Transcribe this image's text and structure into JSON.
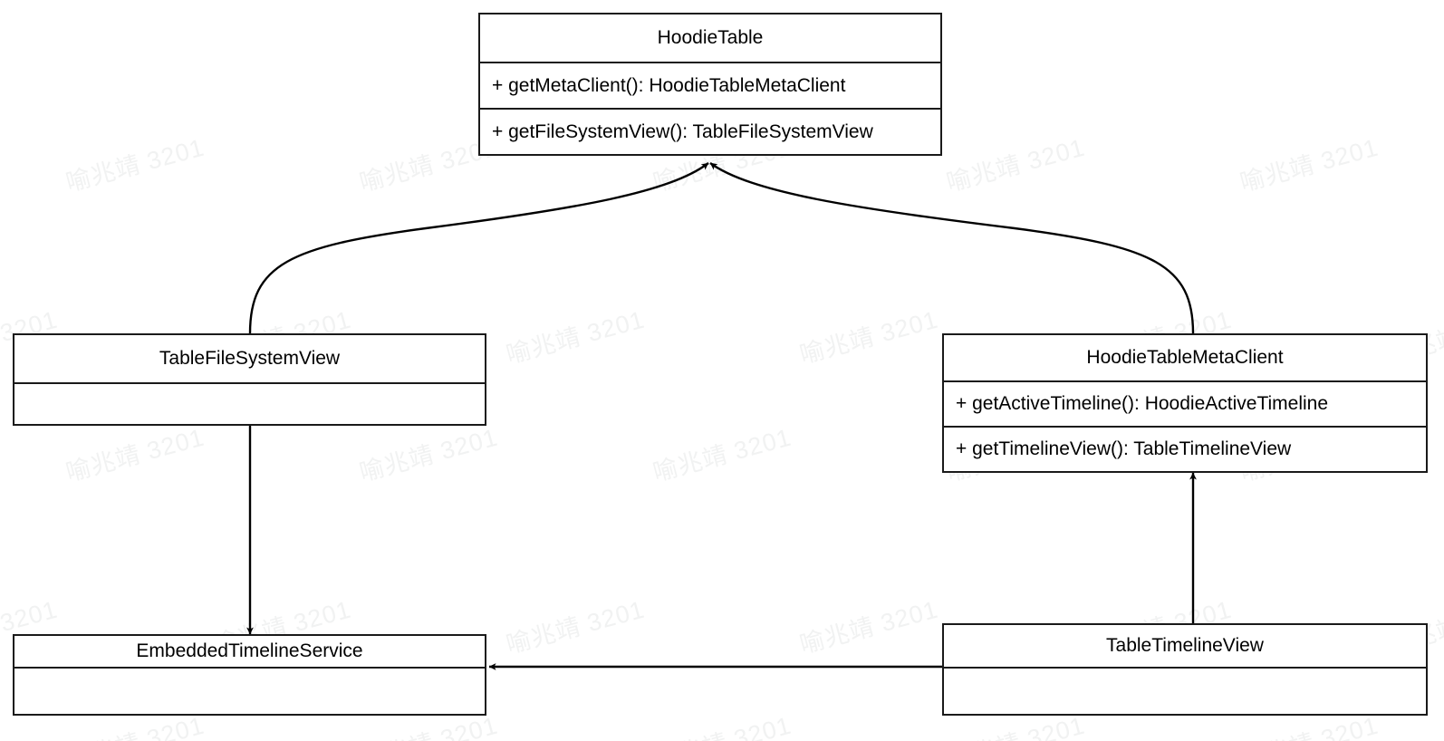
{
  "diagram": {
    "kind": "uml-class-diagram",
    "background_color": "#ffffff",
    "line_color": "#1a1a1a",
    "text_color": "#000000",
    "watermark": {
      "text": "喻兆靖 3201",
      "color": "#f1f2f2",
      "rotation_deg": -15
    },
    "classes": [
      {
        "id": "hoodie-table",
        "name": "HoodieTable",
        "members": [
          "+ getMetaClient(): HoodieTableMetaClient",
          "+ getFileSystemView(): TableFileSystemView"
        ]
      },
      {
        "id": "table-file-system-view",
        "name": "TableFileSystemView",
        "members": []
      },
      {
        "id": "hoodie-table-meta-client",
        "name": "HoodieTableMetaClient",
        "members": [
          "+ getActiveTimeline(): HoodieActiveTimeline",
          "+ getTimelineView(): TableTimelineView"
        ]
      },
      {
        "id": "embedded-timeline-service",
        "name": "EmbeddedTimelineService",
        "members": []
      },
      {
        "id": "table-timeline-view",
        "name": "TableTimelineView",
        "members": []
      }
    ],
    "relationships": [
      {
        "id": "rel-tfsv-to-hoodietable",
        "from": "TableFileSystemView",
        "to": "HoodieTable",
        "style": "curved",
        "arrowhead": "filled"
      },
      {
        "id": "rel-htmc-to-hoodietable",
        "from": "HoodieTableMetaClient",
        "to": "HoodieTable",
        "style": "curved",
        "arrowhead": "filled"
      },
      {
        "id": "rel-tfsv-to-ets",
        "from": "TableFileSystemView",
        "to": "EmbeddedTimelineService",
        "style": "straight",
        "arrowhead": "filled"
      },
      {
        "id": "rel-ttv-to-htmc",
        "from": "TableTimelineView",
        "to": "HoodieTableMetaClient",
        "style": "straight",
        "arrowhead": "filled"
      },
      {
        "id": "rel-ttv-to-ets",
        "from": "TableTimelineView",
        "to": "EmbeddedTimelineService",
        "style": "straight",
        "arrowhead": "filled"
      }
    ]
  }
}
